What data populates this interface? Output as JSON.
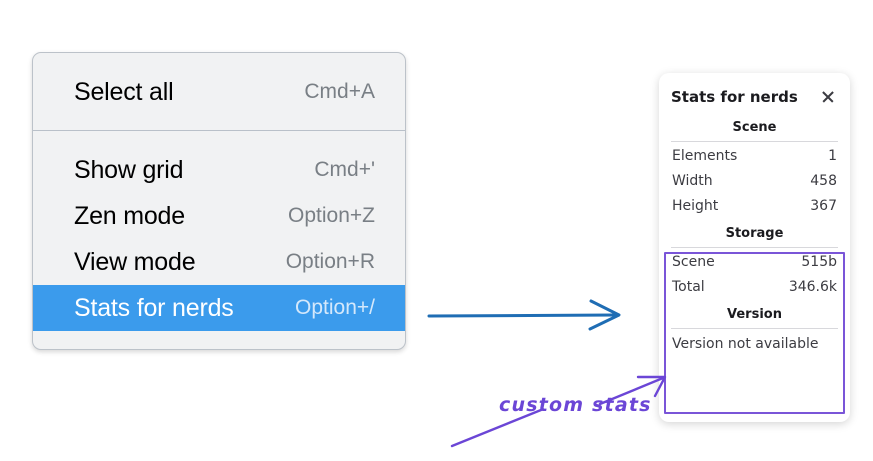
{
  "context_menu": {
    "groups": [
      {
        "items": [
          {
            "label": "Select all",
            "shortcut": "Cmd+A",
            "selected": false
          }
        ]
      },
      {
        "items": [
          {
            "label": "Show grid",
            "shortcut": "Cmd+'",
            "selected": false
          },
          {
            "label": "Zen mode",
            "shortcut": "Option+Z",
            "selected": false
          },
          {
            "label": "View mode",
            "shortcut": "Option+R",
            "selected": false
          },
          {
            "label": "Stats for nerds",
            "shortcut": "Option+/",
            "selected": true
          }
        ]
      }
    ],
    "selected_bg": "#3b9bec"
  },
  "stats_panel": {
    "title": "Stats for nerds",
    "close_icon": "close-icon",
    "sections": [
      {
        "heading": "Scene",
        "rows": [
          {
            "label": "Elements",
            "value": "1"
          },
          {
            "label": "Width",
            "value": "458"
          },
          {
            "label": "Height",
            "value": "367"
          }
        ]
      },
      {
        "heading": "Storage",
        "rows": [
          {
            "label": "Scene",
            "value": "515b"
          },
          {
            "label": "Total",
            "value": "346.6k"
          }
        ]
      },
      {
        "heading": "Version",
        "single_line": "Version not available"
      }
    ],
    "highlight_color": "#7a55d8"
  },
  "annotations": {
    "label": "custom stats",
    "label_color": "#6b46d6",
    "arrow_blue_color": "#1f6db4",
    "arrow_purple_color": "#6b46d6"
  }
}
